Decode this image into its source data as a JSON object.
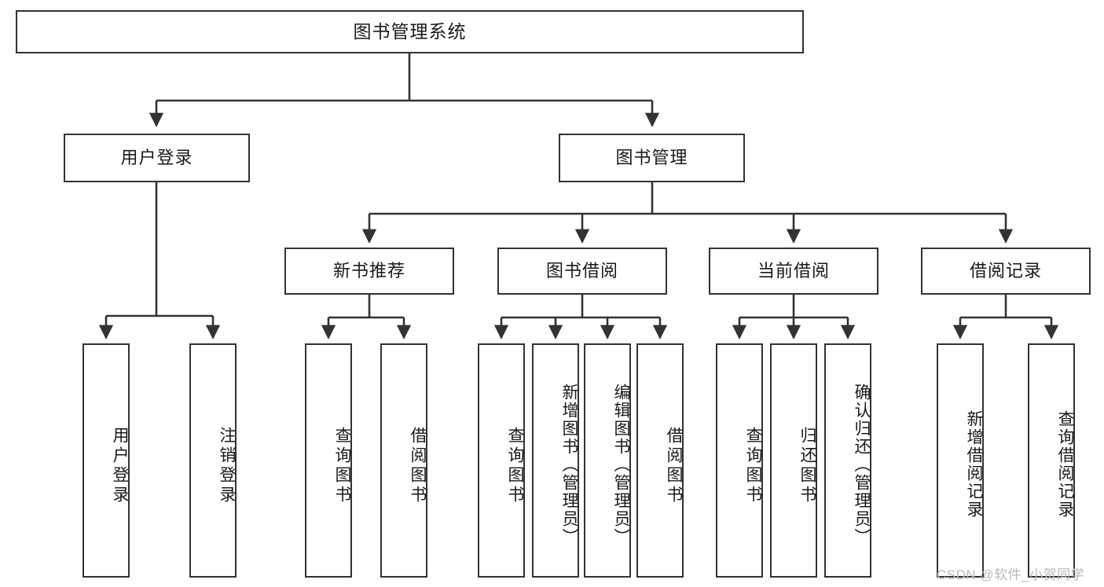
{
  "diagram": {
    "type": "hierarchy-tree",
    "title": "图书管理系统",
    "root": {
      "label": "图书管理系统"
    },
    "level2": [
      {
        "label": "用户登录"
      },
      {
        "label": "图书管理"
      }
    ],
    "level3": [
      {
        "label": "新书推荐"
      },
      {
        "label": "图书借阅"
      },
      {
        "label": "当前借阅"
      },
      {
        "label": "借阅记录"
      }
    ],
    "leaves": {
      "user_login": [
        {
          "label": "用户登录"
        },
        {
          "label": "注销登录"
        }
      ],
      "new_book_recommend": [
        {
          "label": "查询图书"
        },
        {
          "label": "借阅图书"
        }
      ],
      "book_borrow": [
        {
          "label": "查询图书"
        },
        {
          "label": "新增图书（管理员）"
        },
        {
          "label": "编辑图书（管理员）"
        },
        {
          "label": "借阅图书"
        }
      ],
      "current_borrow": [
        {
          "label": "查询图书"
        },
        {
          "label": "归还图书"
        },
        {
          "label": "确认归还（管理员）"
        }
      ],
      "borrow_record": [
        {
          "label": "新增借阅记录"
        },
        {
          "label": "查询借阅记录"
        }
      ]
    }
  },
  "watermark": {
    "text": "CSDN @软件_小贺同学"
  },
  "colors": {
    "border": "#333333",
    "background": "#ffffff",
    "text": "#1a1a1a",
    "watermark": "#b9b9b9"
  }
}
